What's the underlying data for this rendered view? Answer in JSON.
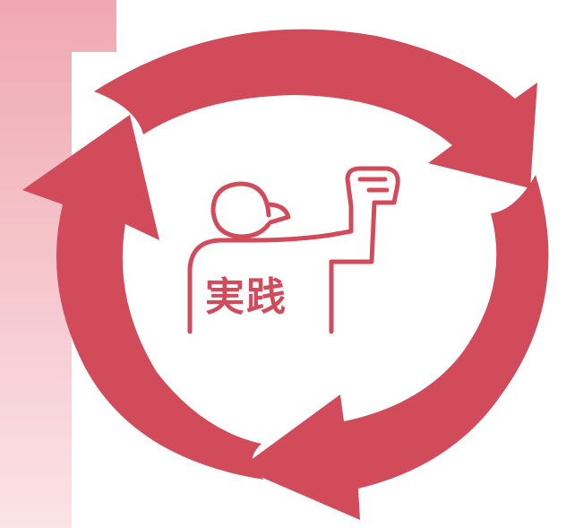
{
  "center_label": "実践",
  "colors": {
    "accent": "#d24b5b",
    "background_arrow_top": "#f0a8b1",
    "background_arrow_bottom": "#fbe3e6",
    "background": "#ffffff"
  },
  "icons": [
    "growth-arrow",
    "cycle-arrow",
    "cycle-arrow",
    "cycle-arrow",
    "person-raising-fist-icon"
  ]
}
